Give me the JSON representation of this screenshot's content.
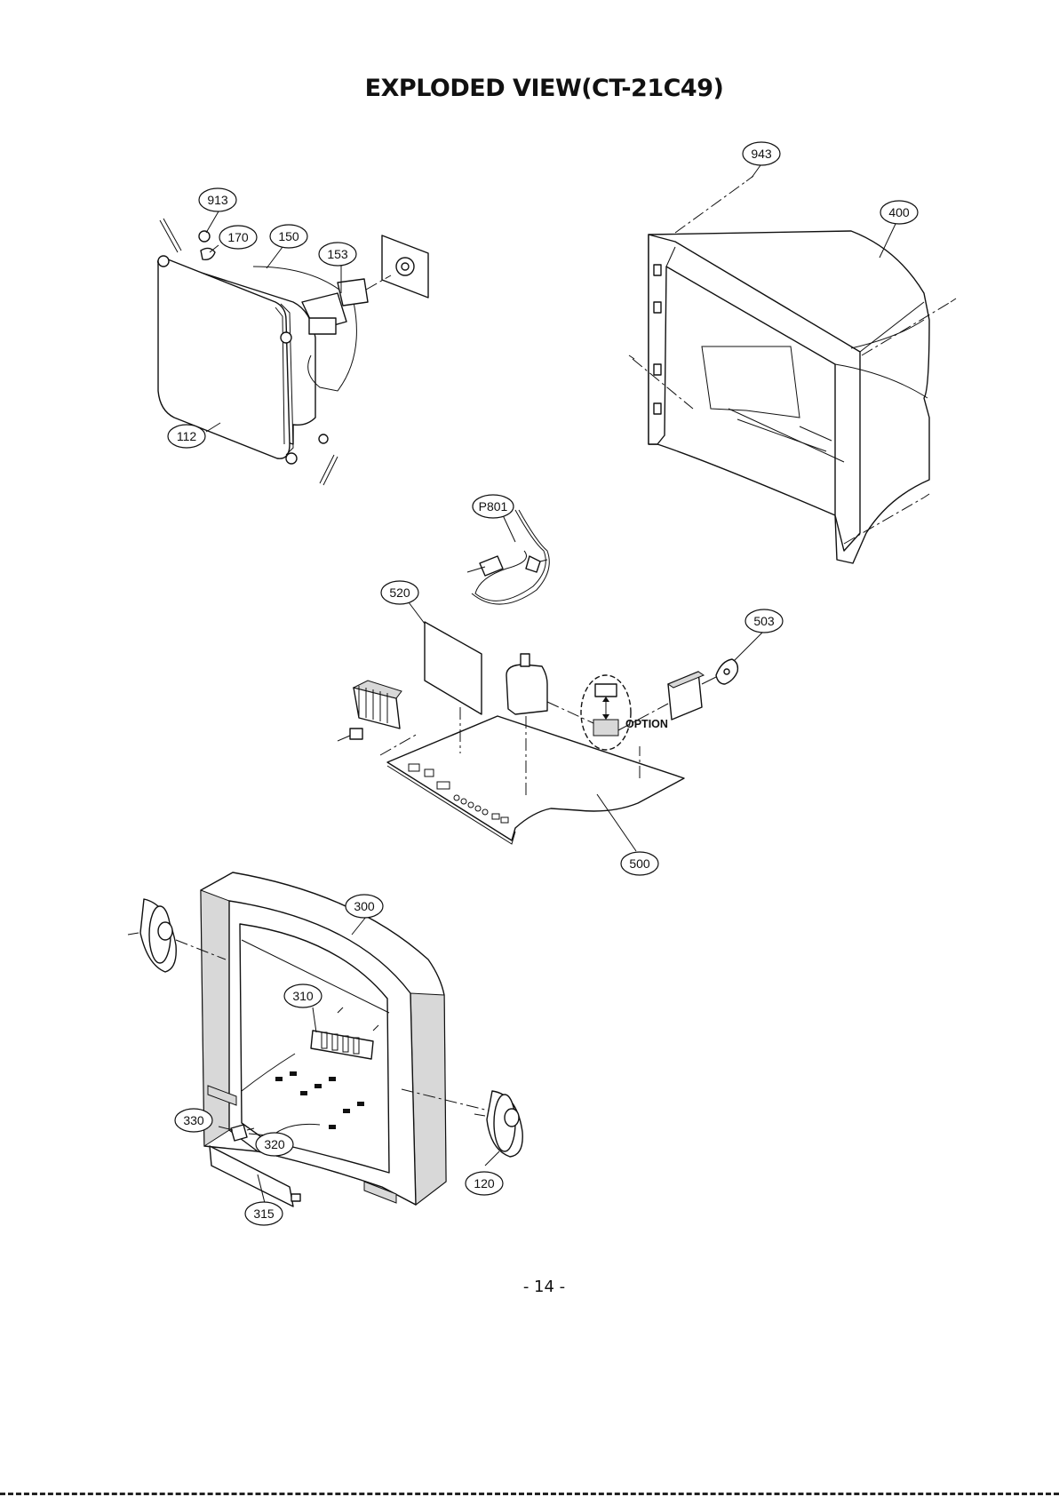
{
  "title": "EXPLODED VIEW(CT-21C49)",
  "page_number": "- 14 -",
  "option_label": "OPTION",
  "callouts": [
    "913",
    "170",
    "150",
    "153",
    "112",
    "943",
    "400",
    "P801",
    "520",
    "503",
    "500",
    "300",
    "310",
    "330",
    "320",
    "315",
    "120"
  ]
}
